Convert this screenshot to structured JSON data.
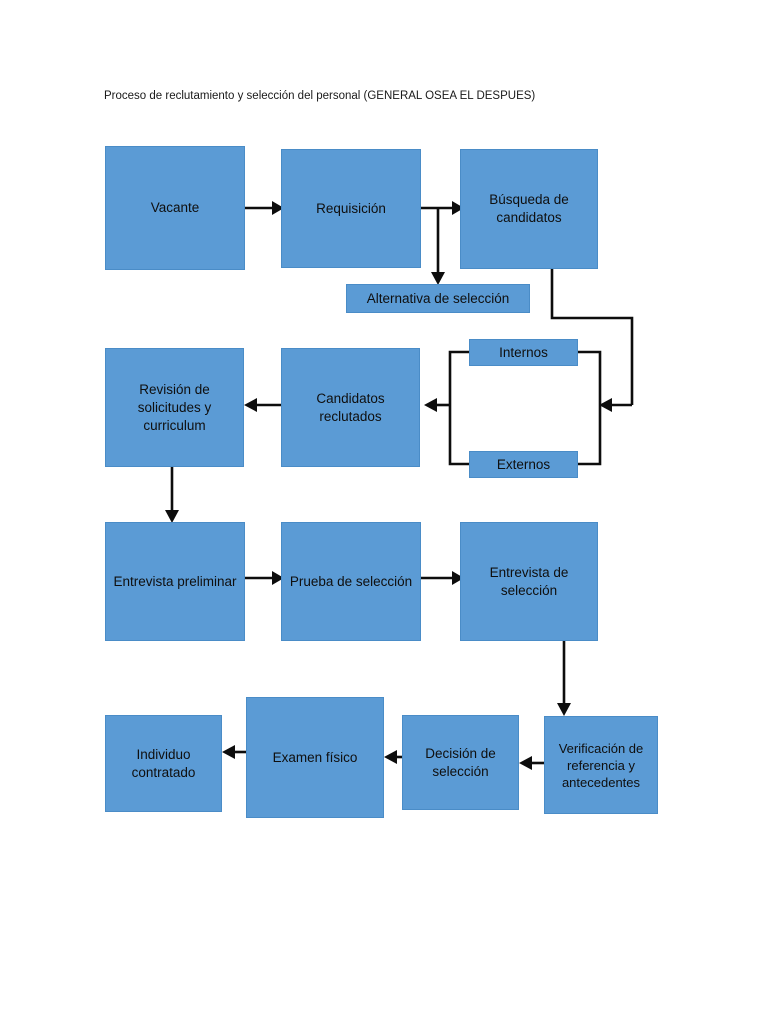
{
  "document": {
    "title": "Proceso de reclutamiento y selección del personal (GENERAL OSEA EL DESPUES)",
    "background_color": "#ffffff"
  },
  "theme": {
    "node_fill": "#5B9BD5",
    "node_border": "#4A8CC7",
    "connector_color": "#0d0d0d",
    "text_color": "#0f0f0f"
  },
  "chart_data": {
    "type": "diagram",
    "diagram_type": "flowchart",
    "title": "Proceso de reclutamiento y selección del personal (GENERAL OSEA EL DESPUES)",
    "orientation": "boustrophedon-top-left-to-bottom-left",
    "nodes": [
      {
        "id": "vacante",
        "label": "Vacante",
        "row": 1,
        "shape": "rectangle"
      },
      {
        "id": "requisicion",
        "label": "Requisición",
        "row": 1,
        "shape": "rectangle"
      },
      {
        "id": "busqueda",
        "label": "Búsqueda de candidatos",
        "row": 1,
        "shape": "rectangle"
      },
      {
        "id": "alternativa",
        "label": "Alternativa de selección",
        "row": 1.5,
        "shape": "rectangle"
      },
      {
        "id": "internos",
        "label": "Internos",
        "row": 2,
        "shape": "rectangle"
      },
      {
        "id": "externos",
        "label": "Externos",
        "row": 2,
        "shape": "rectangle"
      },
      {
        "id": "candidatos",
        "label": "Candidatos reclutados",
        "row": 2,
        "shape": "rectangle"
      },
      {
        "id": "revision",
        "label": "Revisión de solicitudes y curriculum",
        "row": 2,
        "shape": "rectangle"
      },
      {
        "id": "entrevista-prelim",
        "label": "Entrevista preliminar",
        "row": 3,
        "shape": "rectangle"
      },
      {
        "id": "prueba",
        "label": "Prueba de selección",
        "row": 3,
        "shape": "rectangle"
      },
      {
        "id": "entrevista-sel",
        "label": "Entrevista de selección",
        "row": 3,
        "shape": "rectangle"
      },
      {
        "id": "verificacion",
        "label": "Verificación de referencia y antecedentes",
        "row": 4,
        "shape": "rectangle"
      },
      {
        "id": "decision",
        "label": "Decisión de selección",
        "row": 4,
        "shape": "rectangle"
      },
      {
        "id": "examen",
        "label": "Examen físico",
        "row": 4,
        "shape": "rectangle"
      },
      {
        "id": "individuo",
        "label": "Individuo contratado",
        "row": 4,
        "shape": "rectangle"
      }
    ],
    "edges": [
      {
        "from": "vacante",
        "to": "requisicion",
        "direction": "right"
      },
      {
        "from": "requisicion",
        "to": "busqueda",
        "direction": "right"
      },
      {
        "from": "requisicion",
        "to": "alternativa",
        "direction": "down"
      },
      {
        "from": "busqueda",
        "to": "internos-externos-bracket",
        "direction": "down-left"
      },
      {
        "from": "internos",
        "to": "candidatos",
        "direction": "left"
      },
      {
        "from": "externos",
        "to": "candidatos",
        "direction": "left"
      },
      {
        "from": "candidatos",
        "to": "revision",
        "direction": "left"
      },
      {
        "from": "revision",
        "to": "entrevista-prelim",
        "direction": "down"
      },
      {
        "from": "entrevista-prelim",
        "to": "prueba",
        "direction": "right"
      },
      {
        "from": "prueba",
        "to": "entrevista-sel",
        "direction": "right"
      },
      {
        "from": "entrevista-sel",
        "to": "verificacion",
        "direction": "down"
      },
      {
        "from": "verificacion",
        "to": "decision",
        "direction": "left"
      },
      {
        "from": "decision",
        "to": "examen",
        "direction": "left"
      },
      {
        "from": "examen",
        "to": "individuo",
        "direction": "left"
      }
    ]
  },
  "nodes": {
    "vacante": {
      "label": "Vacante"
    },
    "requisicion": {
      "label": "Requisición"
    },
    "busqueda": {
      "label": "Búsqueda de candidatos"
    },
    "alternativa": {
      "label": "Alternativa de selección"
    },
    "internos": {
      "label": "Internos"
    },
    "externos": {
      "label": "Externos"
    },
    "candidatos": {
      "label": "Candidatos reclutados"
    },
    "revision": {
      "label": "Revisión de solicitudes y curriculum"
    },
    "entrevista_prelim": {
      "label": "Entrevista preliminar"
    },
    "prueba": {
      "label": "Prueba de selección"
    },
    "entrevista_sel": {
      "label": "Entrevista de selección"
    },
    "verificacion": {
      "label": "Verificación de referencia y antecedentes"
    },
    "decision": {
      "label": "Decisión de selección"
    },
    "examen": {
      "label": "Examen físico"
    },
    "individuo": {
      "label": "Individuo contratado"
    }
  }
}
